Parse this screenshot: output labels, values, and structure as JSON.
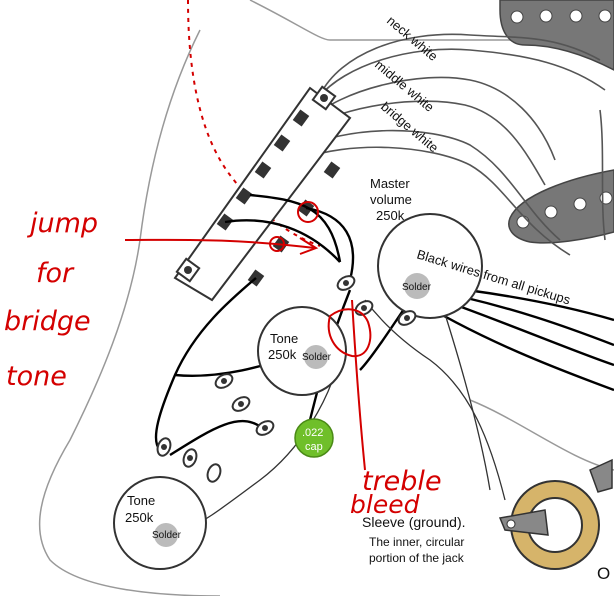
{
  "labels": {
    "neck_white": "neck white",
    "middle_white": "middle white",
    "bridge_white": "bridge white",
    "master_volume": [
      "Master",
      "volume",
      "250k"
    ],
    "black_wires": "Black wires from all pickups",
    "solder": "Solder",
    "tone_middle": [
      "Tone",
      "250k"
    ],
    "tone_bottom": [
      "Tone",
      "250k"
    ],
    "cap": [
      ".022",
      "cap"
    ],
    "sleeve": "Sleeve (ground).",
    "sleeve_desc": [
      "The inner, circular",
      "portion of the jack"
    ],
    "edge_letter": "O"
  },
  "annotations": {
    "jump": [
      "jump",
      "for",
      "bridge",
      "tone"
    ],
    "treble": [
      "treble",
      "bleed"
    ]
  },
  "colors": {
    "annotation_red": "#d40000",
    "cap_green": "#6fbf2a",
    "jack_ring": "#d6b46a",
    "pickguard_outline": "#999999"
  }
}
